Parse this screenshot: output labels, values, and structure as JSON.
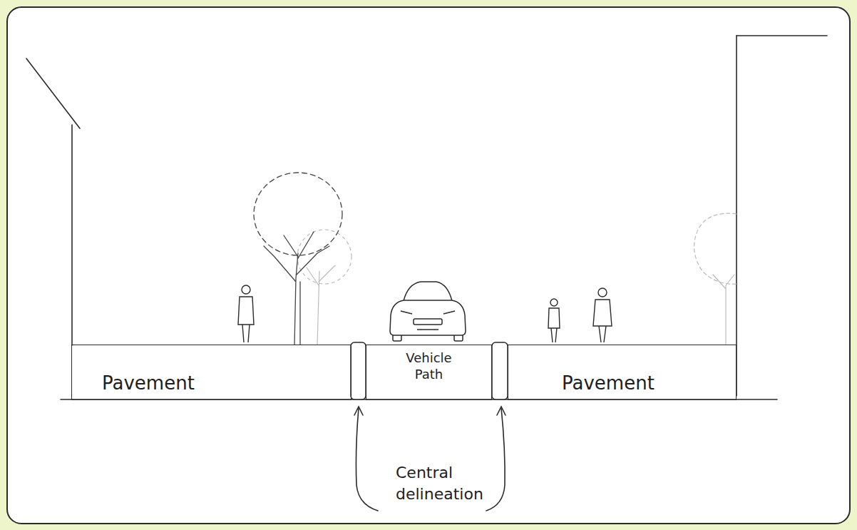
{
  "diagram": {
    "nodes": [
      {
        "text": [
          "Pavement"
        ]
      },
      {
        "text": [
          "Vehicle Path"
        ]
      },
      {
        "text": [
          "Pavement"
        ]
      }
    ],
    "labels": [
      "Central delineation"
    ]
  }
}
